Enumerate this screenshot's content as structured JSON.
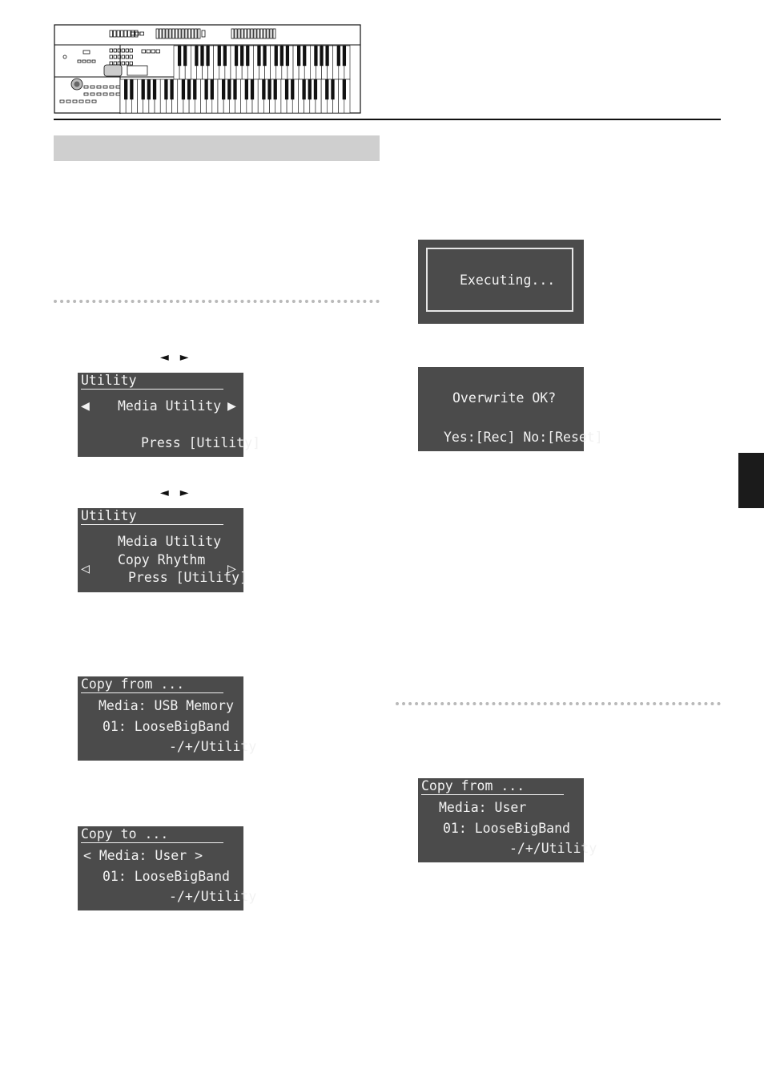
{
  "arrows": {
    "left": "◄",
    "right": "►"
  },
  "screens": {
    "utility_media": {
      "title": "Utility",
      "line1": "Media Utility",
      "line2": "Press [Utility]",
      "left_arrow": "◀",
      "right_arrow": "▶"
    },
    "utility_copy_rhythm": {
      "title": "Utility",
      "line1": "Media Utility",
      "line2": "Copy Rhythm",
      "line3": "Press [Utility]",
      "left_arrow": "◁",
      "right_arrow": "▷"
    },
    "copy_from_usb": {
      "title": "Copy from ...",
      "line1": "Media: USB Memory",
      "line2": "01: LooseBigBand",
      "line3": "-/+/Utility"
    },
    "copy_to_user": {
      "title": "Copy to ...",
      "line1": "< Media: User >",
      "line2": "01: LooseBigBand",
      "line3": "-/+/Utility"
    },
    "executing": {
      "text": "Executing..."
    },
    "overwrite": {
      "line1": "Overwrite OK?",
      "line2": "Yes:[Rec] No:[Reset]"
    },
    "copy_from_user": {
      "title": "Copy from ...",
      "line1": "Media: User",
      "line2": "01: LooseBigBand",
      "line3": "-/+/Utility"
    }
  }
}
